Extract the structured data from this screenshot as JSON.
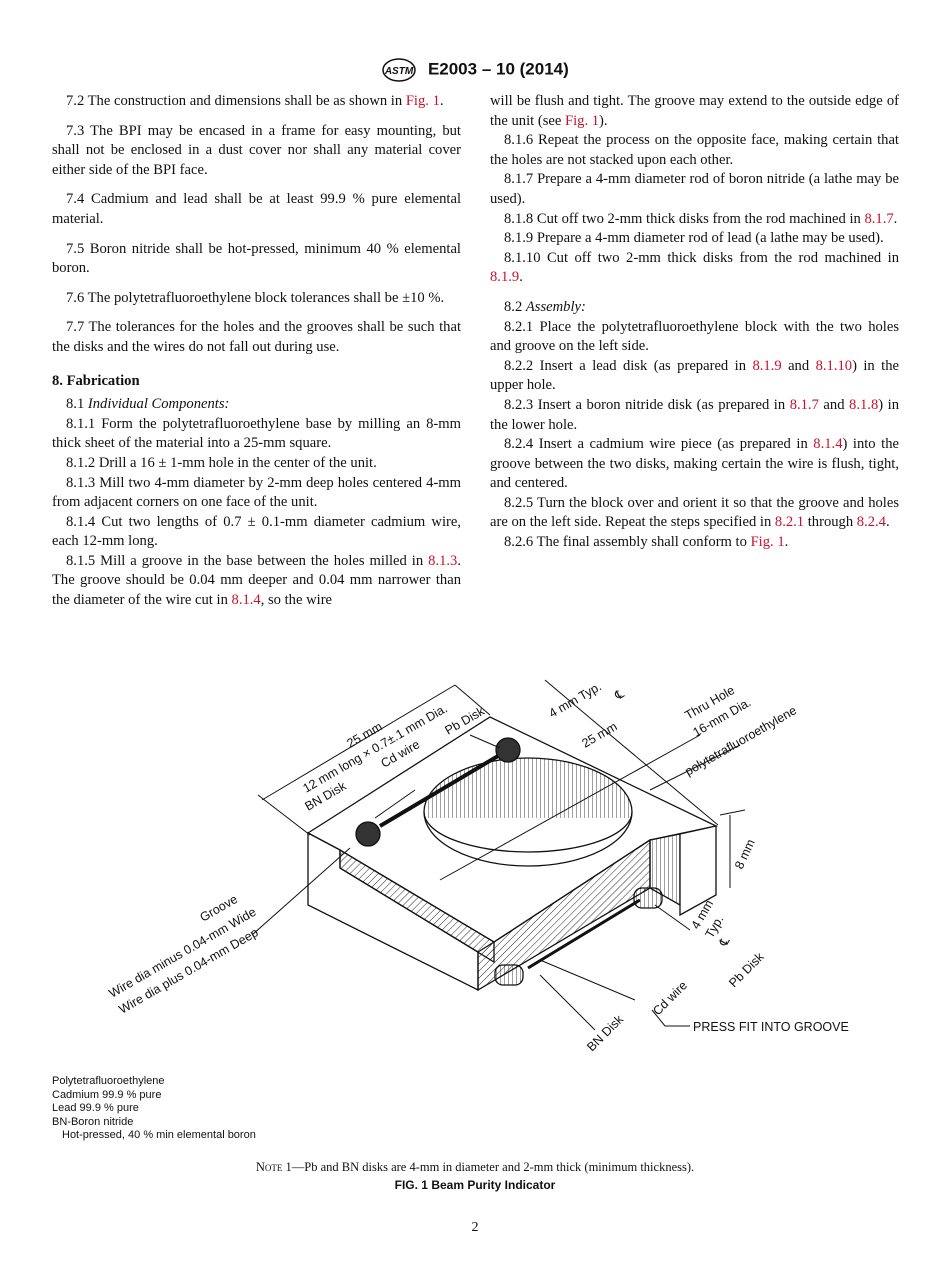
{
  "header": {
    "logo_text": "ASTM",
    "title": "E2003 – 10 (2014)"
  },
  "left": [
    {
      "c": "sp0",
      "parts": [
        {
          "t": "7.2 The construction and dimensions shall be as shown in "
        },
        {
          "t": "Fig. 1",
          "link": true
        },
        {
          "t": "."
        }
      ]
    },
    {
      "c": "sp",
      "parts": [
        {
          "t": "7.3 The BPI may be encased in a frame for easy mounting, but shall not be enclosed in a dust cover nor shall any material cover either side of the BPI face."
        }
      ]
    },
    {
      "c": "sp",
      "parts": [
        {
          "t": "7.4 Cadmium and lead shall be at least 99.9 % pure elemental material."
        }
      ]
    },
    {
      "c": "sp",
      "parts": [
        {
          "t": "7.5 Boron nitride shall be hot-pressed, minimum 40 % elemental boron."
        }
      ]
    },
    {
      "c": "sp",
      "parts": [
        {
          "t": "7.6 The polytetrafluoroethylene block tolerances shall be ±10 %."
        }
      ]
    },
    {
      "c": "sp",
      "parts": [
        {
          "t": "7.7 The tolerances for the holes and the grooves shall be such that the disks and the wires do not fall out during use."
        }
      ]
    },
    {
      "c": "h",
      "parts": [
        {
          "t": "8. Fabrication"
        }
      ]
    },
    {
      "c": "",
      "parts": [
        {
          "t": "8.1 "
        },
        {
          "t": "Individual Components:",
          "italic": true
        }
      ]
    },
    {
      "c": "",
      "parts": [
        {
          "t": "8.1.1 Form the polytetrafluoroethylene base by milling an 8-mm thick sheet of the material into a 25-mm square."
        }
      ]
    },
    {
      "c": "",
      "parts": [
        {
          "t": "8.1.2 Drill a 16 ± 1-mm hole in the center of the unit."
        }
      ]
    },
    {
      "c": "",
      "parts": [
        {
          "t": "8.1.3 Mill two 4-mm diameter by 2-mm deep holes centered 4-mm from adjacent corners on one face of the unit."
        }
      ]
    },
    {
      "c": "",
      "parts": [
        {
          "t": "8.1.4 Cut two lengths of 0.7 ± 0.1-mm diameter cadmium wire, each 12-mm long."
        }
      ]
    },
    {
      "c": "",
      "parts": [
        {
          "t": "8.1.5 Mill a groove in the base between the holes milled in "
        },
        {
          "t": "8.1.3",
          "link": true
        },
        {
          "t": ". The groove should be 0.04 mm deeper and 0.04 mm narrower than the diameter of the wire cut in "
        },
        {
          "t": "8.1.4",
          "link": true
        },
        {
          "t": ", so the wire"
        }
      ]
    }
  ],
  "right": [
    {
      "c": "cont",
      "parts": [
        {
          "t": "will be flush and tight. The groove may extend to the outside edge of the unit (see "
        },
        {
          "t": "Fig. 1",
          "link": true
        },
        {
          "t": ")."
        }
      ]
    },
    {
      "c": "",
      "parts": [
        {
          "t": "8.1.6 Repeat the process on the opposite face, making certain that the holes are not stacked upon each other."
        }
      ]
    },
    {
      "c": "",
      "parts": [
        {
          "t": "8.1.7 Prepare a 4-mm diameter rod of boron nitride (a lathe may be used)."
        }
      ]
    },
    {
      "c": "",
      "parts": [
        {
          "t": "8.1.8 Cut off two 2-mm thick disks from the rod machined in "
        },
        {
          "t": "8.1.7",
          "link": true
        },
        {
          "t": "."
        }
      ]
    },
    {
      "c": "",
      "parts": [
        {
          "t": "8.1.9 Prepare a 4-mm diameter rod of lead (a lathe may be used)."
        }
      ]
    },
    {
      "c": "",
      "parts": [
        {
          "t": "8.1.10 Cut off two 2-mm thick disks from the rod machined in "
        },
        {
          "t": "8.1.9",
          "link": true
        },
        {
          "t": "."
        }
      ]
    },
    {
      "c": "sp",
      "parts": [
        {
          "t": "8.2 "
        },
        {
          "t": "Assembly:",
          "italic": true
        }
      ]
    },
    {
      "c": "",
      "parts": [
        {
          "t": "8.2.1 Place the polytetrafluoroethylene block with the two holes and groove on the left side."
        }
      ]
    },
    {
      "c": "",
      "parts": [
        {
          "t": "8.2.2 Insert a lead disk (as prepared in "
        },
        {
          "t": "8.1.9",
          "link": true
        },
        {
          "t": " and "
        },
        {
          "t": "8.1.10",
          "link": true
        },
        {
          "t": ") in the upper hole."
        }
      ]
    },
    {
      "c": "",
      "parts": [
        {
          "t": "8.2.3 Insert a boron nitride disk (as prepared in "
        },
        {
          "t": "8.1.7",
          "link": true
        },
        {
          "t": " and "
        },
        {
          "t": "8.1.8",
          "link": true
        },
        {
          "t": ") in the lower hole."
        }
      ]
    },
    {
      "c": "",
      "parts": [
        {
          "t": "8.2.4 Insert a cadmium wire piece (as prepared in "
        },
        {
          "t": "8.1.4",
          "link": true
        },
        {
          "t": ") into the groove between the two disks, making certain the wire is flush, tight, and centered."
        }
      ]
    },
    {
      "c": "",
      "parts": [
        {
          "t": "8.2.5 Turn the block over and orient it so that the groove and holes are on the left side. Repeat the steps specified in "
        },
        {
          "t": "8.2.1",
          "link": true
        },
        {
          "t": " through "
        },
        {
          "t": "8.2.4",
          "link": true
        },
        {
          "t": "."
        }
      ]
    },
    {
      "c": "",
      "parts": [
        {
          "t": "8.2.6 The final assembly shall conform to "
        },
        {
          "t": "Fig. 1",
          "link": true
        },
        {
          "t": "."
        }
      ]
    }
  ],
  "figure": {
    "labels": {
      "dim_25_top": "25 mm",
      "wire_spec": "12 mm long × 0.7±.1 mm Dia.",
      "pb_disk_top": "Pb Disk",
      "cd_wire_top": "Cd wire",
      "bn_disk_top": "BN Disk",
      "typ_4mm_top": "4 mm Typ.",
      "centerline_top": "℄",
      "dim_25_right": "25 mm",
      "thru_hole": "Thru Hole",
      "hole_dia": "16-mm Dia.",
      "material": "polytetrafluoroethylene",
      "dim_8mm": "8 mm",
      "groove": "Groove",
      "groove_wide": "Wire dia minus 0.04-mm Wide",
      "groove_deep": "Wire dia plus 0.04-mm Deep",
      "typ_4mm_bottom_a": "4 mm",
      "typ_4mm_bottom_b": "Typ.",
      "centerline_bottom": "℄",
      "pb_disk_bottom": "Pb Disk",
      "cd_wire_bottom": "Cd wire",
      "bn_disk_bottom": "BN Disk",
      "press_fit": "PRESS FIT INTO GROOVE"
    },
    "legend": [
      "Polytetrafluoroethylene",
      "Cadmium 99.9 % pure",
      "Lead 99.9 % pure",
      "BN-Boron nitride",
      "Hot-pressed, 40 % min elemental boron"
    ],
    "note_prefix": "Note 1",
    "note_text": "—Pb and BN disks are 4-mm in diameter and 2-mm thick (minimum thickness).",
    "caption": "FIG. 1 Beam Purity Indicator"
  },
  "page_number": "2",
  "colors": {
    "link": "#c8102e"
  }
}
